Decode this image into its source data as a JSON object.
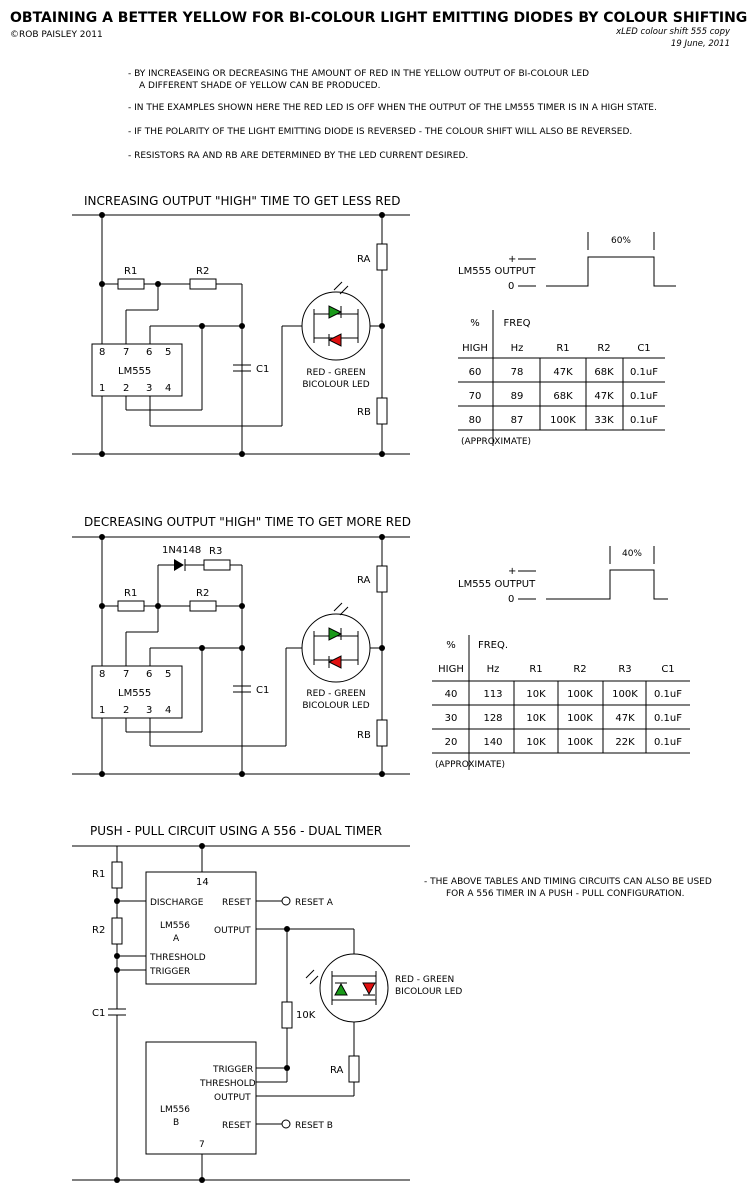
{
  "header": {
    "title": "OBTAINING A BETTER YELLOW FOR BI-COLOUR LIGHT EMITTING DIODES BY COLOUR SHIFTING",
    "copyright": "©ROB PAISLEY 2011",
    "filename": "xLED colour shift 555 copy",
    "date": "19 June, 2011"
  },
  "notes": {
    "n1a": "-  BY INCREASEING OR DECREASING THE AMOUNT OF RED IN THE YELLOW OUTPUT OF BI-COLOUR LED",
    "n1b": "A DIFFERENT SHADE OF YELLOW CAN BE PRODUCED.",
    "n2": "- IN THE EXAMPLES SHOWN HERE THE RED LED IS OFF WHEN THE OUTPUT OF THE LM555 TIMER IS IN A HIGH STATE.",
    "n3": "- IF THE POLARITY OF THE LIGHT EMITTING DIODE IS REVERSED - THE COLOUR SHIFT WILL ALSO BE REVERSED.",
    "n4": "- RESISTORS RA AND RB ARE DETERMINED BY THE LED CURRENT DESIRED."
  },
  "circuit1": {
    "heading": "INCREASING OUTPUT \"HIGH\" TIME TO GET LESS RED",
    "r1": "R1",
    "r2": "R2",
    "c1": "C1",
    "ra": "RA",
    "rb": "RB",
    "chip": "LM555",
    "pin8": "8",
    "pin7": "7",
    "pin6": "6",
    "pin5": "5",
    "pin1": "1",
    "pin2": "2",
    "pin3": "3",
    "pin4": "4",
    "led1": "RED - GREEN",
    "led2": "BICOLOUR LED",
    "wave_plus": "+",
    "wave_label": "LM555 OUTPUT",
    "wave_zero": "0",
    "wave_pct": "60%"
  },
  "table1": {
    "top": [
      "%",
      "FREQ"
    ],
    "header": [
      "HIGH",
      "Hz",
      "R1",
      "R2",
      "C1"
    ],
    "rows": [
      [
        "60",
        "78",
        "47K",
        "68K",
        "0.1uF"
      ],
      [
        "70",
        "89",
        "68K",
        "47K",
        "0.1uF"
      ],
      [
        "80",
        "87",
        "100K",
        "33K",
        "0.1uF"
      ]
    ],
    "note": "(APPROXIMATE)"
  },
  "circuit2": {
    "heading": "DECREASING OUTPUT \"HIGH\" TIME TO GET MORE RED",
    "diode": "1N4148",
    "r1": "R1",
    "r2": "R2",
    "r3": "R3",
    "c1": "C1",
    "ra": "RA",
    "rb": "RB",
    "chip": "LM555",
    "pin8": "8",
    "pin7": "7",
    "pin6": "6",
    "pin5": "5",
    "pin1": "1",
    "pin2": "2",
    "pin3": "3",
    "pin4": "4",
    "led1": "RED - GREEN",
    "led2": "BICOLOUR LED",
    "wave_plus": "+",
    "wave_label": "LM555 OUTPUT",
    "wave_zero": "0",
    "wave_pct": "40%"
  },
  "table2": {
    "top": [
      "%",
      "FREQ."
    ],
    "header": [
      "HIGH",
      "Hz",
      "R1",
      "R2",
      "R3",
      "C1"
    ],
    "rows": [
      [
        "40",
        "113",
        "10K",
        "100K",
        "100K",
        "0.1uF"
      ],
      [
        "30",
        "128",
        "10K",
        "100K",
        "47K",
        "0.1uF"
      ],
      [
        "20",
        "140",
        "10K",
        "100K",
        "22K",
        "0.1uF"
      ]
    ],
    "note": "(APPROXIMATE)"
  },
  "circuit3": {
    "heading": "PUSH - PULL CIRCUIT USING A 556 - DUAL TIMER",
    "r1": "R1",
    "r2": "R2",
    "c1": "C1",
    "r10k": "10K",
    "ra": "RA",
    "a_pin14": "14",
    "a_discharge": "DISCHARGE",
    "a_reset": "RESET",
    "a_chip": "LM556",
    "a_unit": "A",
    "a_output": "OUTPUT",
    "a_threshold": "THRESHOLD",
    "a_trigger": "TRIGGER",
    "reset_a": "RESET  A",
    "b_trigger": "TRIGGER",
    "b_threshold": "THRESHOLD",
    "b_output": "OUTPUT",
    "b_chip": "LM556",
    "b_unit": "B",
    "b_reset": "RESET",
    "b_pin7": "7",
    "reset_b": "RESET  B",
    "led1": "RED - GREEN",
    "led2": "BICOLOUR LED",
    "note1": "- THE ABOVE TABLES AND TIMING CIRCUITS CAN ALSO BE USED",
    "note2": "FOR A 556 TIMER IN A PUSH - PULL CONFIGURATION."
  },
  "colors": {
    "led_green": "#1a9a1a",
    "led_red": "#e01010",
    "ink": "#000000"
  }
}
